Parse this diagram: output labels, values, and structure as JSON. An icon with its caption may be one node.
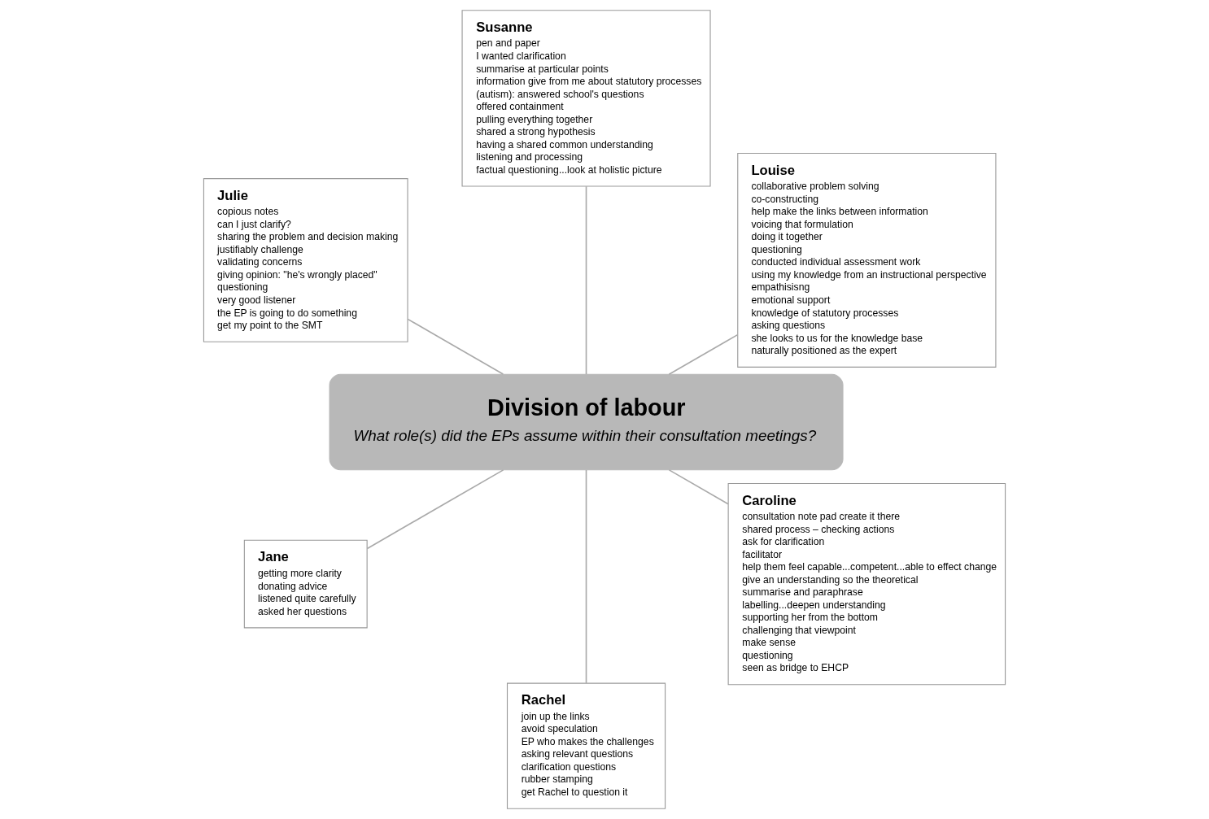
{
  "diagram": {
    "nodes": [
      {
        "text": [
          "Division of labour",
          "What role(s) did the EPs assume within their consultation meetings?"
        ]
      },
      {
        "text": [
          "Louise",
          "collaborative problem solving",
          "co-constructing",
          "help make the links between information",
          "voicing that formulation",
          "doing it together",
          "questioning",
          "conducted individual assessment work",
          "using my knowledge from an instructional perspective",
          "empathisisng",
          "emotional support",
          "knowledge of statutory processes",
          "asking questions",
          "she looks to us for the knowledge base",
          "naturally positioned as the expert"
        ]
      },
      {
        "text": [
          "Susanne",
          "pen and paper",
          "I wanted clarification",
          "summarise at particular points",
          "information give from me about statutory processes",
          "(autism): answered school's questions",
          "offered containment",
          "pulling everything together",
          "shared a strong hypothesis",
          "having a shared common understanding",
          "listening and processing",
          "factual questioning...look at holistic picture"
        ]
      },
      {
        "text": [
          "Julie",
          "copious notes",
          "can I just clarify?",
          "sharing the problem and decision making",
          "justifiably challenge",
          "validating concerns",
          "giving opinion: \"he's wrongly placed\"",
          "questioning",
          "very good listener",
          "the EP is going to do something",
          "get my point to the SMT"
        ]
      },
      {
        "text": [
          "Jane",
          "getting more clarity",
          "donating advice",
          "listened quite carefully",
          "asked her questions"
        ]
      },
      {
        "text": [
          "Rachel",
          "join up the links",
          "avoid speculation",
          "EP who makes the challenges",
          "asking relevant questions",
          "clarification questions",
          "rubber stamping",
          "get Rachel to question it"
        ]
      },
      {
        "text": [
          "Caroline",
          "consultation note pad create it there",
          "shared process – checking actions",
          "ask for clarification",
          "facilitator",
          "help them feel capable...competent...able to effect change",
          "give an understanding so the theoretical",
          "summarise and paraphrase",
          "labelling...deepen understanding",
          "supporting her from the bottom",
          "challenging that viewpoint",
          "make sense",
          "questioning",
          "seen as bridge to EHCP"
        ]
      }
    ],
    "edges": [
      {
        "from": 1,
        "to": 0,
        "arrow": "none"
      },
      {
        "from": 2,
        "to": 0,
        "arrow": "none"
      },
      {
        "from": 3,
        "to": 0,
        "arrow": "none"
      },
      {
        "from": 4,
        "to": 0,
        "arrow": "none"
      },
      {
        "from": 5,
        "to": 0,
        "arrow": "none"
      },
      {
        "from": 6,
        "to": 0,
        "arrow": "none"
      }
    ]
  }
}
